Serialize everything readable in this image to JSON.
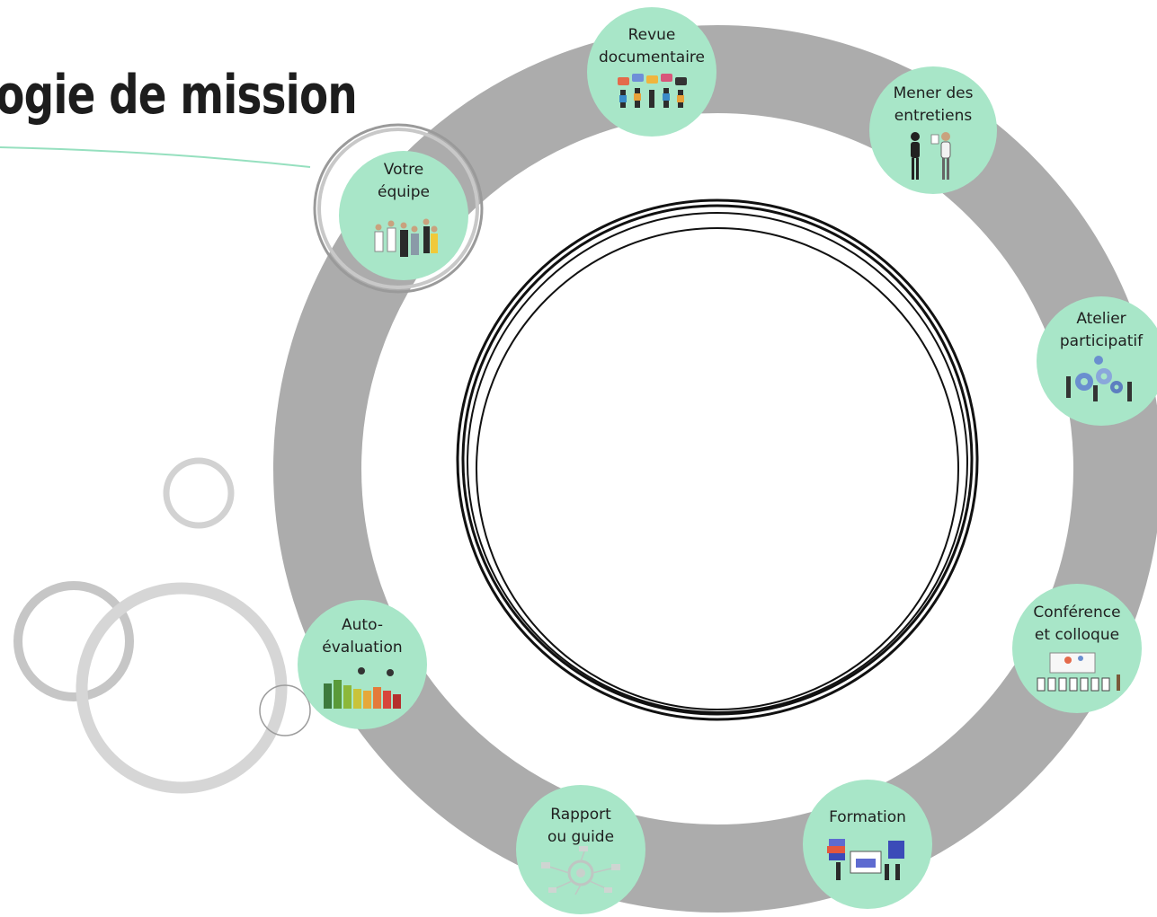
{
  "title": "logie de mission",
  "colors": {
    "ring": "#acacac",
    "node": "#a8e6c8",
    "title_underline": "#96e0bf",
    "deco_circle": "#d2d2d2",
    "center_lines": "#111111"
  },
  "nodes": [
    {
      "id": "revue",
      "label": "Revue\ndocumentaire",
      "icon": "speech-bubbles-crowd-icon"
    },
    {
      "id": "entretiens",
      "label": "Mener des\nentretiens",
      "icon": "interview-people-icon"
    },
    {
      "id": "atelier",
      "label": "Atelier\nparticipatif",
      "icon": "gears-team-icon"
    },
    {
      "id": "conference",
      "label": "Conférence\net colloque",
      "icon": "audience-presentation-icon"
    },
    {
      "id": "formation",
      "label": "Formation",
      "icon": "training-books-icon"
    },
    {
      "id": "rapport",
      "label": "Rapport\nou guide",
      "icon": "report-network-icon"
    },
    {
      "id": "autoeval",
      "label": "Auto-\névaluation",
      "icon": "rating-bars-icon"
    },
    {
      "id": "equipe",
      "label": "Votre\néquipe",
      "icon": "team-group-icon",
      "highlighted": true
    }
  ]
}
